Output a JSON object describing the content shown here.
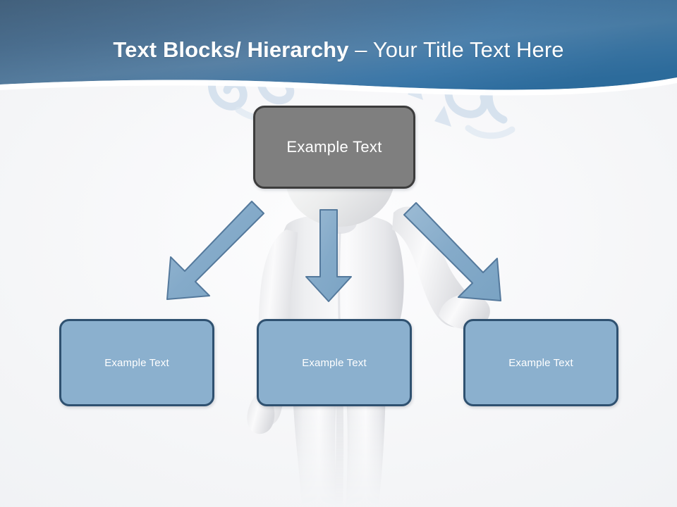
{
  "slide": {
    "background_color": "#f6f7f9",
    "title": {
      "strong_part": "Text Blocks/ Hierarchy ",
      "light_part": "– Your Title Text Here",
      "full": "Text Blocks/ Hierarchy – Your Title Text Here"
    },
    "banner": {
      "gradient_start": "#44627d",
      "gradient_end": "#3b78a8",
      "accent_color": "#2f6c9e"
    }
  },
  "diagram": {
    "type": "hierarchy",
    "root": {
      "label": "Example  Text",
      "fill": "#7f7f7f",
      "border": "#3c3c3c",
      "text_color": "#ffffff"
    },
    "children": [
      {
        "label": "Example Text",
        "fill": "#8bb0ce",
        "border": "#2f5170",
        "text_color": "#ffffff"
      },
      {
        "label": "Example Text",
        "fill": "#8bb0ce",
        "border": "#2f5170",
        "text_color": "#ffffff"
      },
      {
        "label": "Example Text",
        "fill": "#8bb0ce",
        "border": "#2f5170",
        "text_color": "#ffffff"
      }
    ],
    "connectors": [
      {
        "name": "arrow-down-left",
        "direction": "down-left",
        "fill": "#85aac8",
        "stroke": "#4a7396"
      },
      {
        "name": "arrow-down",
        "direction": "down",
        "fill": "#85aac8",
        "stroke": "#4a7396"
      },
      {
        "name": "arrow-down-right",
        "direction": "down-right",
        "fill": "#85aac8",
        "stroke": "#4a7396"
      }
    ]
  },
  "decor": {
    "figure": {
      "name": "3d-person-figure",
      "color": "#ededef"
    },
    "swirls": {
      "name": "decorative-swirl-graphic",
      "color": "#c9d8e8"
    }
  }
}
